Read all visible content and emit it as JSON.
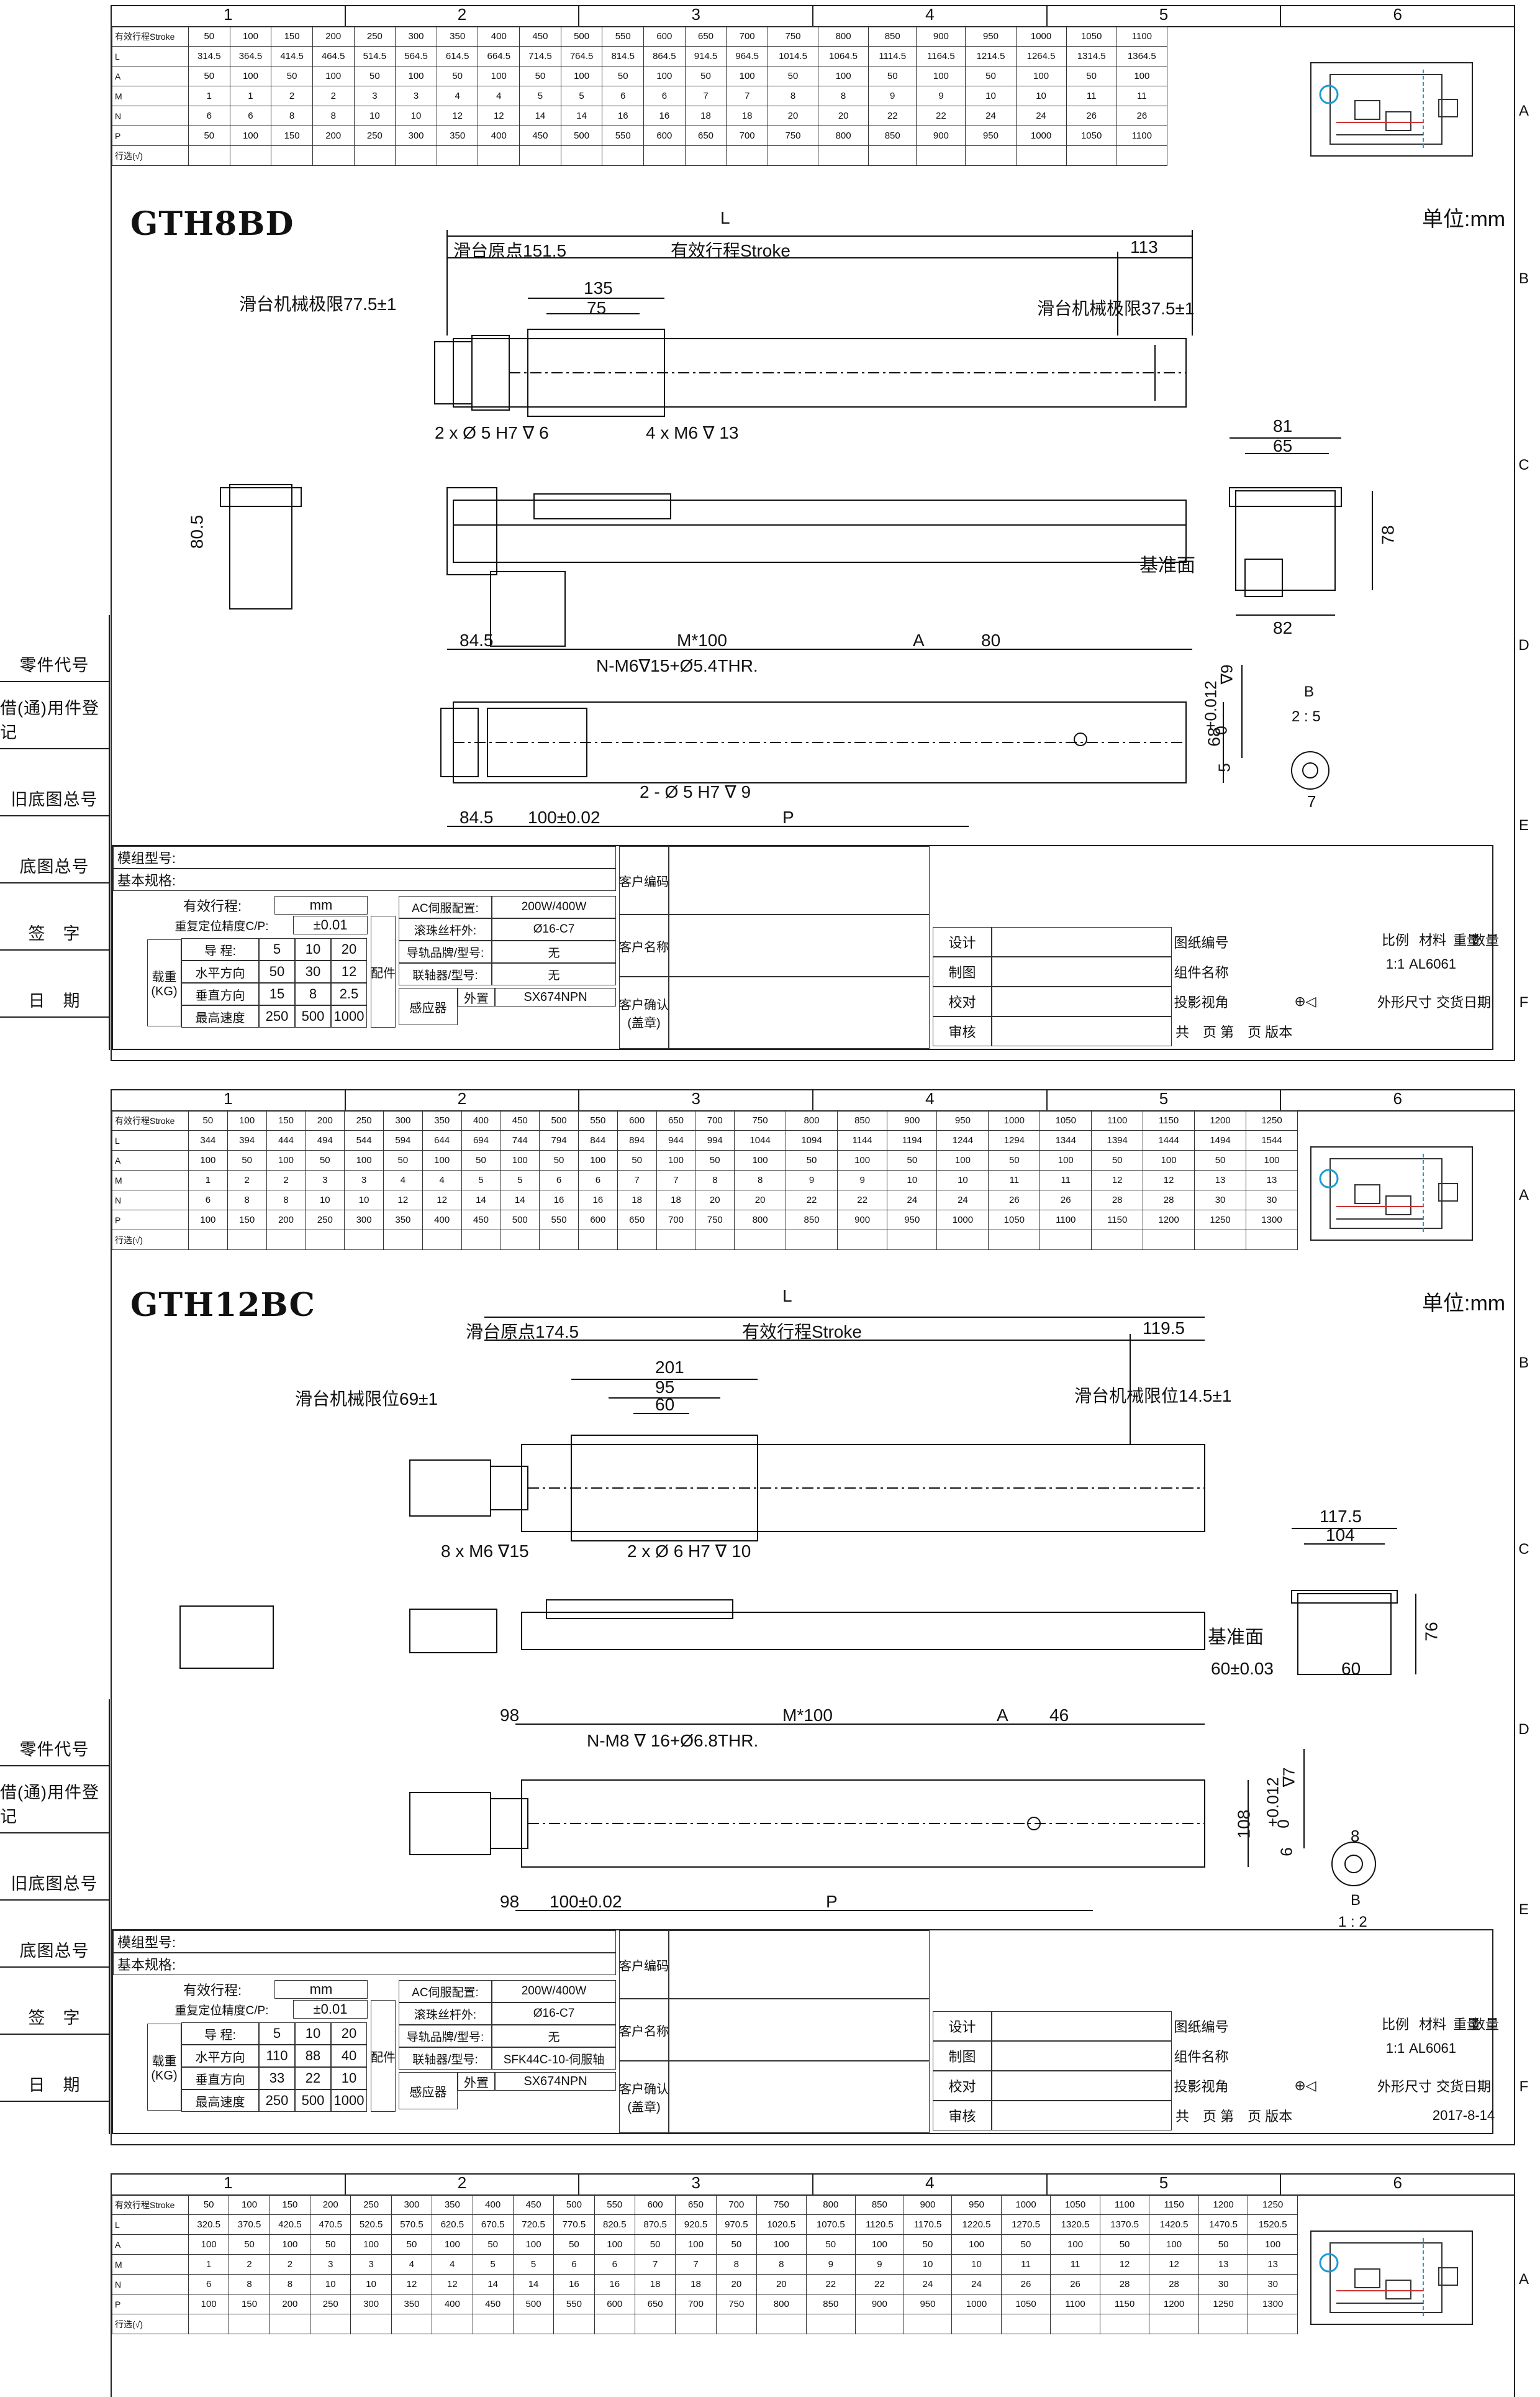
{
  "columns": [
    "1",
    "2",
    "3",
    "4",
    "5",
    "6"
  ],
  "rows": [
    "A",
    "B",
    "C",
    "D",
    "E",
    "F"
  ],
  "left_labels": [
    "零件代号",
    "借(通)用件登记",
    "旧底图总号",
    "底图总号",
    "签　字",
    "日　期"
  ],
  "spec_row_labels": [
    "有效行程Stroke",
    "L",
    "A",
    "M",
    "N",
    "P",
    "行选(√)"
  ],
  "sheets": [
    {
      "title": "GTH8BD",
      "unit": "单位:mm",
      "stroke": [
        "50",
        "100",
        "150",
        "200",
        "250",
        "300",
        "350",
        "400",
        "450",
        "500",
        "550",
        "600",
        "650",
        "700",
        "750",
        "800",
        "850",
        "900",
        "950",
        "1000",
        "1050",
        "1100"
      ],
      "L": [
        "314.5",
        "364.5",
        "414.5",
        "464.5",
        "514.5",
        "564.5",
        "614.5",
        "664.5",
        "714.5",
        "764.5",
        "814.5",
        "864.5",
        "914.5",
        "964.5",
        "1014.5",
        "1064.5",
        "1114.5",
        "1164.5",
        "1214.5",
        "1264.5",
        "1314.5",
        "1364.5"
      ],
      "A": [
        "50",
        "100",
        "50",
        "100",
        "50",
        "100",
        "50",
        "100",
        "50",
        "100",
        "50",
        "100",
        "50",
        "100",
        "50",
        "100",
        "50",
        "100",
        "50",
        "100",
        "50",
        "100"
      ],
      "M": [
        "1",
        "1",
        "2",
        "2",
        "3",
        "3",
        "4",
        "4",
        "5",
        "5",
        "6",
        "6",
        "7",
        "7",
        "8",
        "8",
        "9",
        "9",
        "10",
        "10",
        "11",
        "11"
      ],
      "N": [
        "6",
        "6",
        "8",
        "8",
        "10",
        "10",
        "12",
        "12",
        "14",
        "14",
        "16",
        "16",
        "18",
        "18",
        "20",
        "20",
        "22",
        "22",
        "24",
        "24",
        "26",
        "26"
      ],
      "P": [
        "50",
        "100",
        "150",
        "200",
        "250",
        "300",
        "350",
        "400",
        "450",
        "500",
        "550",
        "600",
        "650",
        "700",
        "750",
        "800",
        "850",
        "900",
        "950",
        "1000",
        "1050",
        "1100"
      ],
      "dims": {
        "L": "L",
        "origin": "滑台原点151.5",
        "stroke": "有效行程Stroke",
        "end": "113",
        "w1": "135",
        "w2": "75",
        "limit_left": "滑台机械极限77.5±1",
        "limit_right": "滑台机械极限37.5±1",
        "holes1": "2 x Ø 5 H7 ∇ 6",
        "holes2": "4 x M6 ∇ 13",
        "side_h": "80.5",
        "end_w1": "81",
        "end_w2": "65",
        "end_h": "78",
        "datum": "基准面",
        "end_b": "82",
        "bot_left": "84.5",
        "m100": "M*100",
        "a": "A",
        "a2": "80",
        "nholes": "N-M6∇15+Ø5.4THR.",
        "h68": "68",
        "pin": "2 - Ø 5 H7 ∇ 9",
        "bl2": "84.5",
        "pitch": "100±0.02",
        "p": "P",
        "detail_b": "B",
        "detail_scale": "2 : 5",
        "tol": "+0.012",
        "tol0": "0",
        "d9": "∇9",
        "d5": "5",
        "d7": "7"
      },
      "tb": {
        "model": "模组型号:",
        "spec": "基本规格:",
        "stroke": "有效行程:",
        "mm": "mm",
        "repeat": "重复定位精度C/P:",
        "rep_val": "±0.01",
        "load": "载重\n(KG)",
        "lead": "导 程:",
        "lead_vals": [
          "5",
          "10",
          "20"
        ],
        "horiz": "水平方向",
        "horiz_vals": [
          "50",
          "30",
          "12"
        ],
        "vert": "垂直方向",
        "vert_vals": [
          "15",
          "8",
          "2.5"
        ],
        "speed": "最高速度",
        "speed_vals": [
          "250",
          "500",
          "1000"
        ],
        "peijian": "配件",
        "ac": "AC伺服配置:",
        "ac_val": "200W/400W",
        "screw": "滚珠丝杆外:",
        "screw_val": "Ø16-C7",
        "rail": "导轨品牌/型号:",
        "rail_val": "无",
        "coupler": "联轴器/型号:",
        "coupler_val": "无",
        "sensor": "感应器",
        "ext": "外置",
        "sensor_val": "SX674NPN",
        "cust_code": "客户编码",
        "cust_name": "客户名称",
        "cust_confirm": "客户确认\n(盖章)",
        "design": "设计",
        "draw": "制图",
        "check": "校对",
        "approve": "审核",
        "dwg_no": "图纸编号",
        "part_name": "组件名称",
        "proj": "投影视角",
        "total": "共　页 第　页 版本",
        "scale": "比例",
        "scale_val": "1:1",
        "material": "材料",
        "material_val": "AL6061",
        "weight": "重量",
        "qty": "数量",
        "size": "外形尺寸",
        "delivery": "交货日期",
        "date": ""
      }
    },
    {
      "title": "GTH12BC",
      "unit": "单位:mm",
      "stroke": [
        "50",
        "100",
        "150",
        "200",
        "250",
        "300",
        "350",
        "400",
        "450",
        "500",
        "550",
        "600",
        "650",
        "700",
        "750",
        "800",
        "850",
        "900",
        "950",
        "1000",
        "1050",
        "1100",
        "1150",
        "1200",
        "1250"
      ],
      "L": [
        "344",
        "394",
        "444",
        "494",
        "544",
        "594",
        "644",
        "694",
        "744",
        "794",
        "844",
        "894",
        "944",
        "994",
        "1044",
        "1094",
        "1144",
        "1194",
        "1244",
        "1294",
        "1344",
        "1394",
        "1444",
        "1494",
        "1544"
      ],
      "A": [
        "100",
        "50",
        "100",
        "50",
        "100",
        "50",
        "100",
        "50",
        "100",
        "50",
        "100",
        "50",
        "100",
        "50",
        "100",
        "50",
        "100",
        "50",
        "100",
        "50",
        "100",
        "50",
        "100",
        "50",
        "100"
      ],
      "M": [
        "1",
        "2",
        "2",
        "3",
        "3",
        "4",
        "4",
        "5",
        "5",
        "6",
        "6",
        "7",
        "7",
        "8",
        "8",
        "9",
        "9",
        "10",
        "10",
        "11",
        "11",
        "12",
        "12",
        "13",
        "13"
      ],
      "N": [
        "6",
        "8",
        "8",
        "10",
        "10",
        "12",
        "12",
        "14",
        "14",
        "16",
        "16",
        "18",
        "18",
        "20",
        "20",
        "22",
        "22",
        "24",
        "24",
        "26",
        "26",
        "28",
        "28",
        "30",
        "30"
      ],
      "P": [
        "100",
        "150",
        "200",
        "250",
        "300",
        "350",
        "400",
        "450",
        "500",
        "550",
        "600",
        "650",
        "700",
        "750",
        "800",
        "850",
        "900",
        "950",
        "1000",
        "1050",
        "1100",
        "1150",
        "1200",
        "1250",
        "1300"
      ],
      "dims": {
        "L": "L",
        "origin": "滑台原点174.5",
        "stroke": "有效行程Stroke",
        "end": "119.5",
        "w1": "201",
        "w2": "95",
        "w3": "60",
        "limit_left": "滑台机械限位69±1",
        "limit_right": "滑台机械限位14.5±1",
        "holes1": "8 x M6 ∇15",
        "holes2": "2 x Ø 6 H7 ∇ 10",
        "end_w1": "117.5",
        "end_w2": "104",
        "end_h": "76",
        "datum": "基准面",
        "end_b1": "60±0.03",
        "end_b2": "60",
        "bot_left": "98",
        "m100": "M*100",
        "a": "A",
        "a2": "46",
        "nholes": "N-M8 ∇ 16+Ø6.8THR.",
        "h108": "108",
        "bl2": "98",
        "pitch": "100±0.02",
        "p": "P",
        "detail_b": "B",
        "detail_scale": "1 : 2",
        "tol": "+0.012",
        "tol0": "0",
        "d7": "∇7",
        "d6": "6",
        "d8": "8"
      },
      "tb": {
        "model": "模组型号:",
        "spec": "基本规格:",
        "stroke": "有效行程:",
        "mm": "mm",
        "repeat": "重复定位精度C/P:",
        "rep_val": "±0.01",
        "load": "载重\n(KG)",
        "lead": "导 程:",
        "lead_vals": [
          "5",
          "10",
          "20"
        ],
        "horiz": "水平方向",
        "horiz_vals": [
          "110",
          "88",
          "40"
        ],
        "vert": "垂直方向",
        "vert_vals": [
          "33",
          "22",
          "10"
        ],
        "speed": "最高速度",
        "speed_vals": [
          "250",
          "500",
          "1000"
        ],
        "peijian": "配件",
        "ac": "AC伺服配置:",
        "ac_val": "200W/400W",
        "screw": "滚珠丝杆外:",
        "screw_val": "Ø16-C7",
        "rail": "导轨品牌/型号:",
        "rail_val": "无",
        "coupler": "联轴器/型号:",
        "coupler_val": "SFK44C-10-伺服轴",
        "sensor": "感应器",
        "ext": "外置",
        "sensor_val": "SX674NPN",
        "cust_code": "客户编码",
        "cust_name": "客户名称",
        "cust_confirm": "客户确认\n(盖章)",
        "design": "设计",
        "draw": "制图",
        "check": "校对",
        "approve": "审核",
        "dwg_no": "图纸编号",
        "part_name": "组件名称",
        "proj": "投影视角",
        "total": "共　页 第　页 版本",
        "scale": "比例",
        "scale_val": "1:1",
        "material": "材料",
        "material_val": "AL6061",
        "weight": "重量",
        "qty": "数量",
        "size": "外形尺寸",
        "delivery": "交货日期",
        "date": "2017-8-14"
      }
    },
    {
      "title": "",
      "stroke": [
        "50",
        "100",
        "150",
        "200",
        "250",
        "300",
        "350",
        "400",
        "450",
        "500",
        "550",
        "600",
        "650",
        "700",
        "750",
        "800",
        "850",
        "900",
        "950",
        "1000",
        "1050",
        "1100",
        "1150",
        "1200",
        "1250"
      ],
      "L": [
        "320.5",
        "370.5",
        "420.5",
        "470.5",
        "520.5",
        "570.5",
        "620.5",
        "670.5",
        "720.5",
        "770.5",
        "820.5",
        "870.5",
        "920.5",
        "970.5",
        "1020.5",
        "1070.5",
        "1120.5",
        "1170.5",
        "1220.5",
        "1270.5",
        "1320.5",
        "1370.5",
        "1420.5",
        "1470.5",
        "1520.5"
      ],
      "A": [
        "100",
        "50",
        "100",
        "50",
        "100",
        "50",
        "100",
        "50",
        "100",
        "50",
        "100",
        "50",
        "100",
        "50",
        "100",
        "50",
        "100",
        "50",
        "100",
        "50",
        "100",
        "50",
        "100",
        "50",
        "100"
      ],
      "M": [
        "1",
        "2",
        "2",
        "3",
        "3",
        "4",
        "4",
        "5",
        "5",
        "6",
        "6",
        "7",
        "7",
        "8",
        "8",
        "9",
        "9",
        "10",
        "10",
        "11",
        "11",
        "12",
        "12",
        "13",
        "13"
      ],
      "N": [
        "6",
        "8",
        "8",
        "10",
        "10",
        "12",
        "12",
        "14",
        "14",
        "16",
        "16",
        "18",
        "18",
        "20",
        "20",
        "22",
        "22",
        "24",
        "24",
        "26",
        "26",
        "28",
        "28",
        "30",
        "30"
      ],
      "P": [
        "100",
        "150",
        "200",
        "250",
        "300",
        "350",
        "400",
        "450",
        "500",
        "550",
        "600",
        "650",
        "700",
        "750",
        "800",
        "850",
        "900",
        "950",
        "1000",
        "1050",
        "1100",
        "1150",
        "1200",
        "1250",
        "1300"
      ]
    }
  ]
}
